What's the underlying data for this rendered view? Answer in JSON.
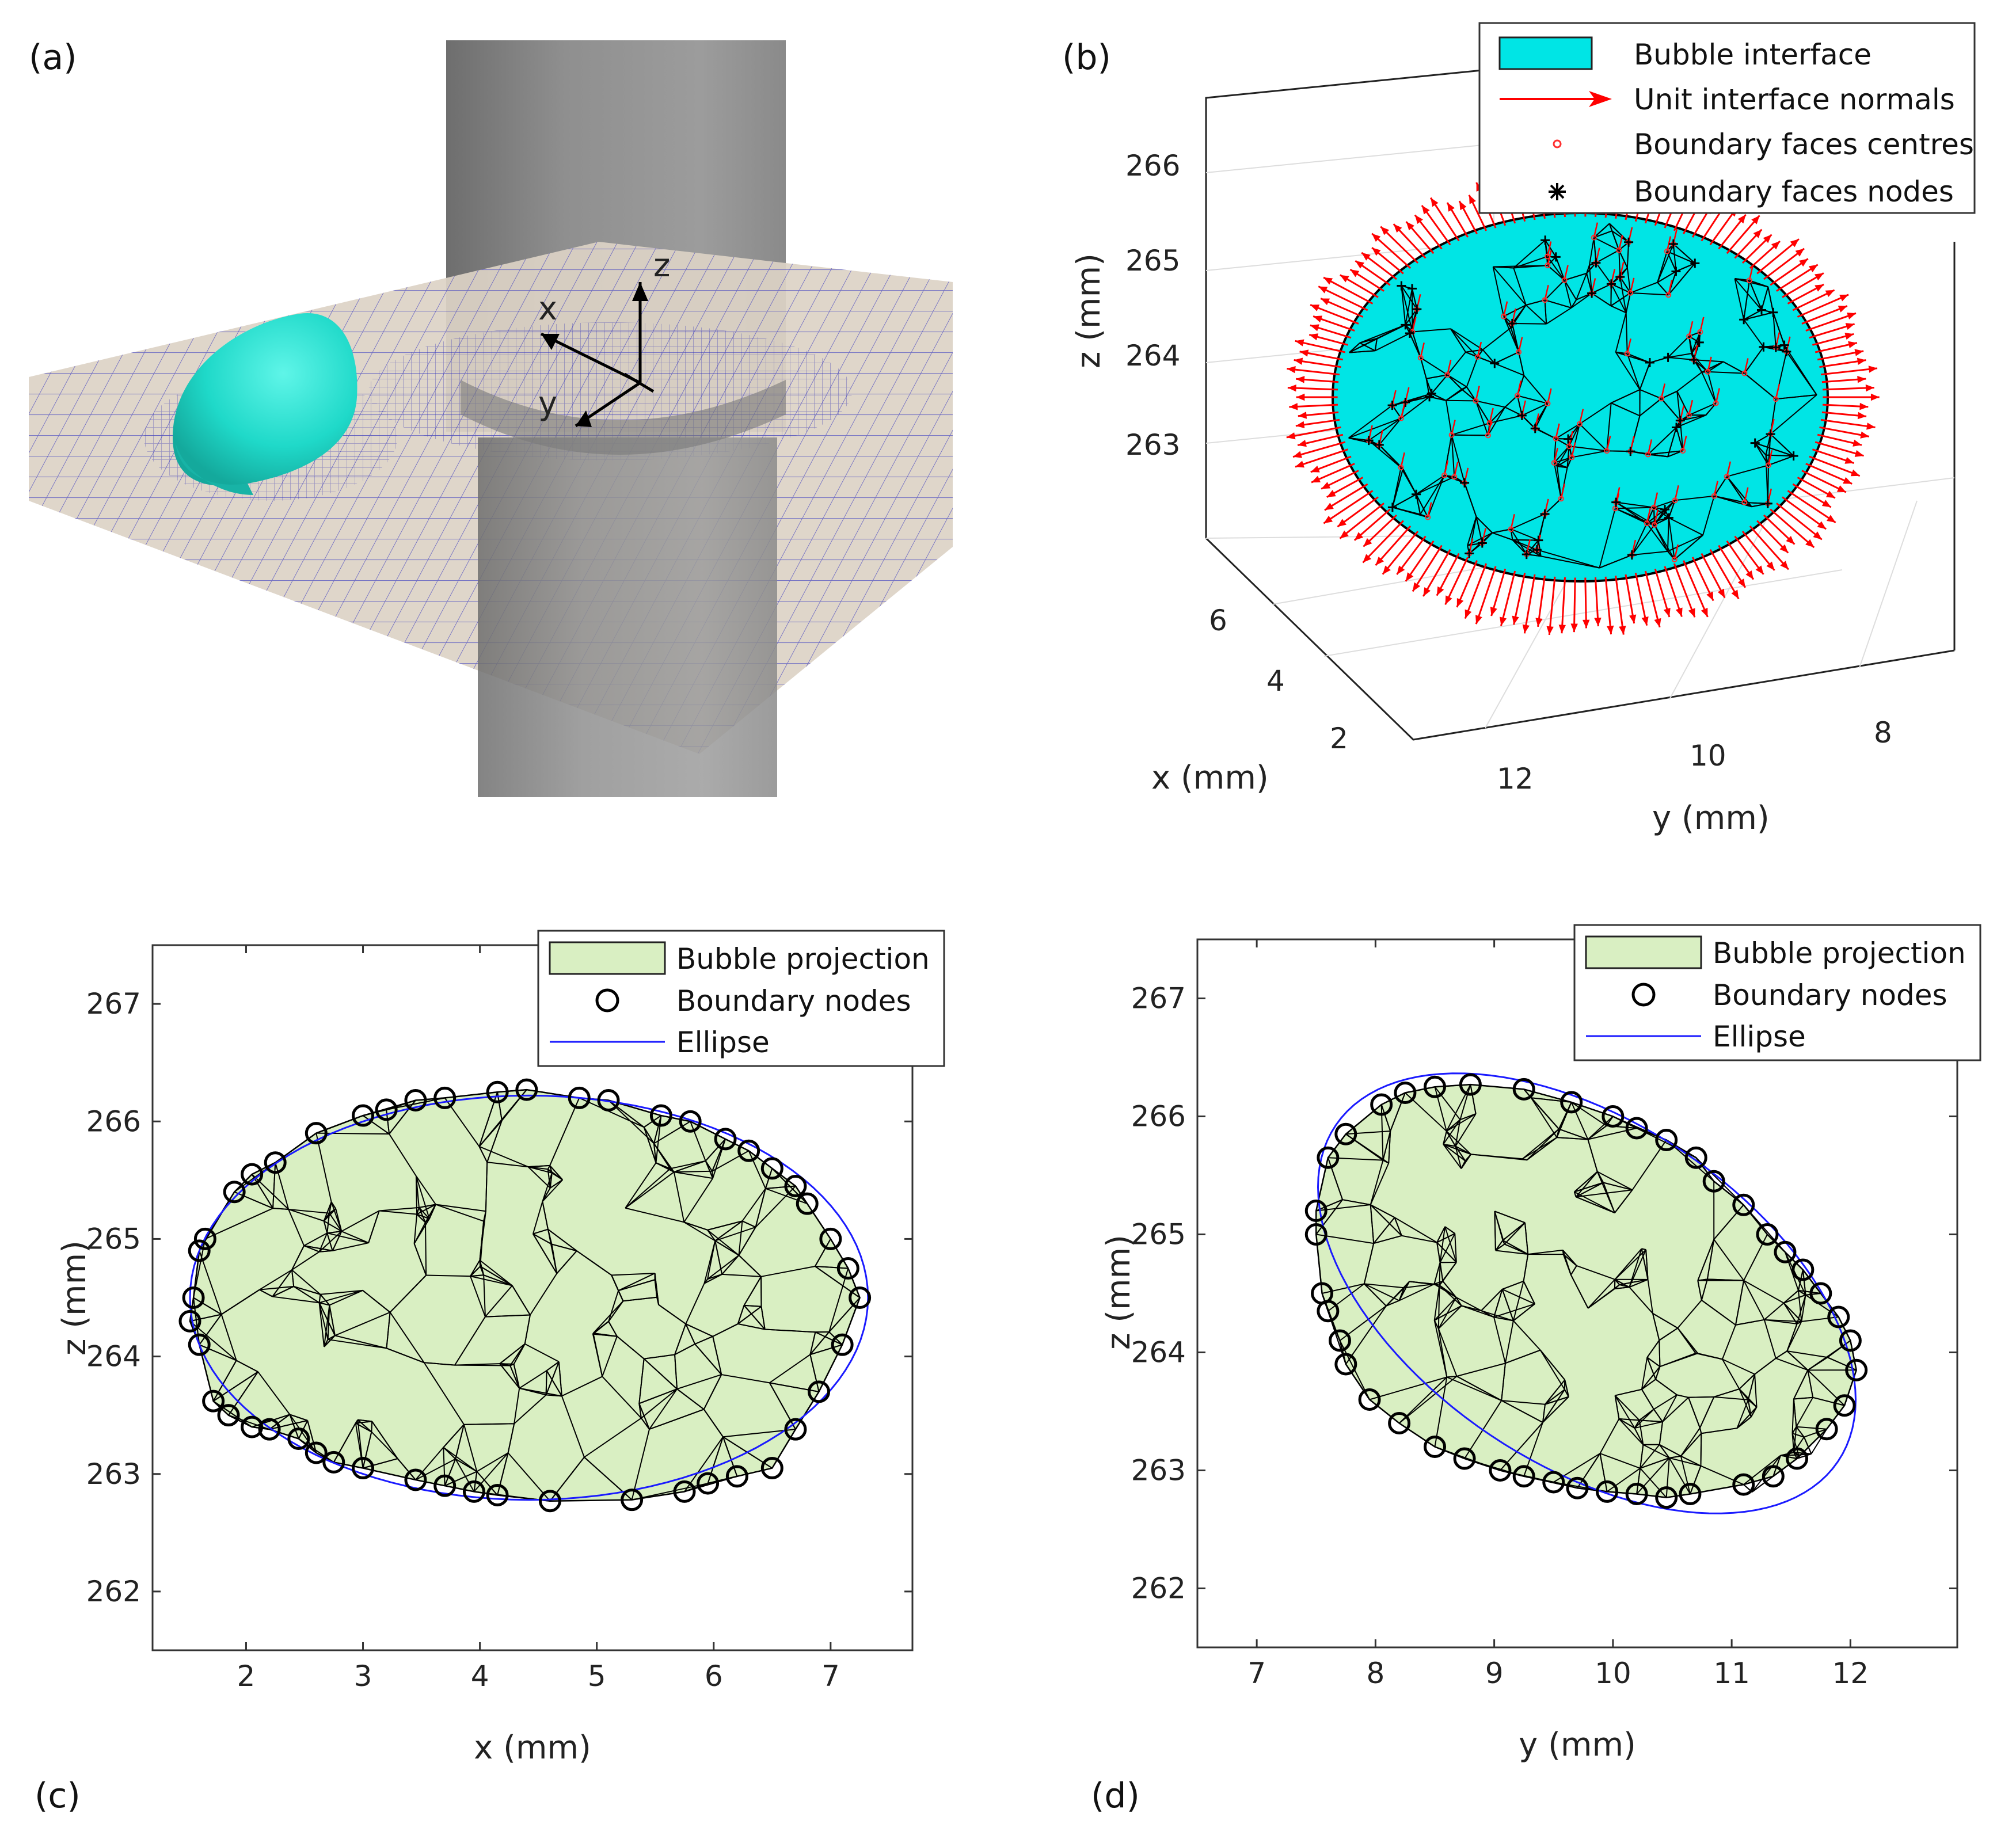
{
  "panel_labels": {
    "a": "(a)",
    "b": "(b)",
    "c": "(c)",
    "d": "(d)"
  },
  "panel_a": {
    "axes": {
      "x": "x",
      "y": "y",
      "z": "z"
    },
    "colors": {
      "bubble": "#1fd9c9",
      "plane": "#dcd3c6",
      "mesh": "#2d2db4",
      "cylinder": "#8c8c8c"
    }
  },
  "panel_b": {
    "xlabel": "x (mm)",
    "ylabel": "y (mm)",
    "zlabel": "z (mm)",
    "z_ticks": [
      "263",
      "264",
      "265",
      "266"
    ],
    "x_ticks": [
      "2",
      "4",
      "6"
    ],
    "y_ticks": [
      "12",
      "10",
      "8"
    ],
    "legend": {
      "interface": "Bubble interface",
      "normals": "Unit interface normals",
      "centres": "Boundary faces centres",
      "nodes": "Boundary faces nodes"
    },
    "colors": {
      "interface": "#00e5e5",
      "normals": "#ff0000",
      "nodes": "#000000"
    }
  },
  "chart_data": [
    {
      "type": "scatter",
      "panel": "c",
      "xlabel": "x (mm)",
      "ylabel": "z (mm)",
      "xlim": [
        1.2,
        7.7
      ],
      "ylim": [
        261.5,
        267.5
      ],
      "x_ticks": [
        "2",
        "3",
        "4",
        "5",
        "6",
        "7"
      ],
      "y_ticks": [
        "262",
        "263",
        "264",
        "265",
        "266",
        "267"
      ],
      "legend": {
        "projection": "Bubble projection",
        "nodes": "Boundary nodes",
        "ellipse": "Ellipse"
      },
      "ellipse": {
        "cx": 4.42,
        "cz": 264.5,
        "a": 2.9,
        "b": 1.72,
        "angle_deg": 0
      },
      "nodes": [
        [
          1.6,
          264.9
        ],
        [
          1.55,
          264.5
        ],
        [
          1.52,
          264.3
        ],
        [
          1.6,
          264.1
        ],
        [
          1.72,
          263.62
        ],
        [
          1.85,
          263.5
        ],
        [
          2.05,
          263.4
        ],
        [
          2.2,
          263.38
        ],
        [
          2.45,
          263.3
        ],
        [
          2.6,
          263.18
        ],
        [
          2.75,
          263.1
        ],
        [
          3.0,
          263.05
        ],
        [
          3.45,
          262.95
        ],
        [
          3.7,
          262.9
        ],
        [
          3.95,
          262.85
        ],
        [
          4.15,
          262.82
        ],
        [
          4.6,
          262.77
        ],
        [
          5.3,
          262.78
        ],
        [
          5.75,
          262.85
        ],
        [
          5.95,
          262.92
        ],
        [
          6.2,
          262.98
        ],
        [
          6.5,
          263.05
        ],
        [
          6.7,
          263.38
        ],
        [
          6.9,
          263.7
        ],
        [
          7.1,
          264.1
        ],
        [
          7.25,
          264.5
        ],
        [
          7.15,
          264.75
        ],
        [
          7.0,
          265.0
        ],
        [
          6.8,
          265.3
        ],
        [
          6.7,
          265.45
        ],
        [
          6.5,
          265.6
        ],
        [
          6.3,
          265.75
        ],
        [
          6.1,
          265.85
        ],
        [
          5.8,
          266.0
        ],
        [
          5.55,
          266.05
        ],
        [
          5.1,
          266.18
        ],
        [
          4.85,
          266.2
        ],
        [
          4.4,
          266.27
        ],
        [
          4.15,
          266.25
        ],
        [
          3.7,
          266.2
        ],
        [
          3.45,
          266.18
        ],
        [
          3.2,
          266.1
        ],
        [
          3.0,
          266.05
        ],
        [
          2.6,
          265.9
        ],
        [
          2.25,
          265.65
        ],
        [
          2.05,
          265.55
        ],
        [
          1.9,
          265.4
        ],
        [
          1.65,
          265.0
        ]
      ]
    },
    {
      "type": "scatter",
      "panel": "d",
      "xlabel": "y (mm)",
      "ylabel": "z (mm)",
      "xlim": [
        6.5,
        12.9
      ],
      "ylim": [
        261.5,
        267.5
      ],
      "x_ticks": [
        "7",
        "8",
        "9",
        "10",
        "11",
        "12"
      ],
      "y_ticks": [
        "262",
        "263",
        "264",
        "265",
        "266",
        "267"
      ],
      "legend": {
        "projection": "Bubble projection",
        "nodes": "Boundary nodes",
        "ellipse": "Ellipse"
      },
      "ellipse": {
        "cx": 9.78,
        "cz": 264.5,
        "a": 2.55,
        "b": 1.45,
        "angle_deg": -34
      },
      "nodes": [
        [
          7.5,
          265.2
        ],
        [
          7.5,
          265.0
        ],
        [
          7.55,
          264.5
        ],
        [
          7.6,
          264.35
        ],
        [
          7.7,
          264.1
        ],
        [
          7.75,
          263.9
        ],
        [
          7.95,
          263.6
        ],
        [
          8.2,
          263.4
        ],
        [
          8.5,
          263.2
        ],
        [
          8.75,
          263.1
        ],
        [
          9.05,
          263.0
        ],
        [
          9.25,
          262.95
        ],
        [
          9.5,
          262.9
        ],
        [
          9.7,
          262.85
        ],
        [
          9.95,
          262.82
        ],
        [
          10.2,
          262.8
        ],
        [
          10.45,
          262.77
        ],
        [
          10.65,
          262.8
        ],
        [
          11.1,
          262.88
        ],
        [
          11.35,
          262.95
        ],
        [
          11.55,
          263.1
        ],
        [
          11.8,
          263.35
        ],
        [
          11.95,
          263.55
        ],
        [
          12.05,
          263.85
        ],
        [
          12.0,
          264.1
        ],
        [
          11.9,
          264.3
        ],
        [
          11.75,
          264.5
        ],
        [
          11.6,
          264.7
        ],
        [
          11.45,
          264.85
        ],
        [
          11.3,
          265.0
        ],
        [
          11.1,
          265.25
        ],
        [
          10.85,
          265.45
        ],
        [
          10.7,
          265.65
        ],
        [
          10.45,
          265.8
        ],
        [
          10.2,
          265.9
        ],
        [
          10.0,
          266.0
        ],
        [
          9.65,
          266.12
        ],
        [
          9.25,
          266.23
        ],
        [
          8.8,
          266.27
        ],
        [
          8.5,
          266.25
        ],
        [
          8.25,
          266.2
        ],
        [
          8.05,
          266.1
        ],
        [
          7.75,
          265.85
        ],
        [
          7.6,
          265.65
        ]
      ]
    }
  ]
}
